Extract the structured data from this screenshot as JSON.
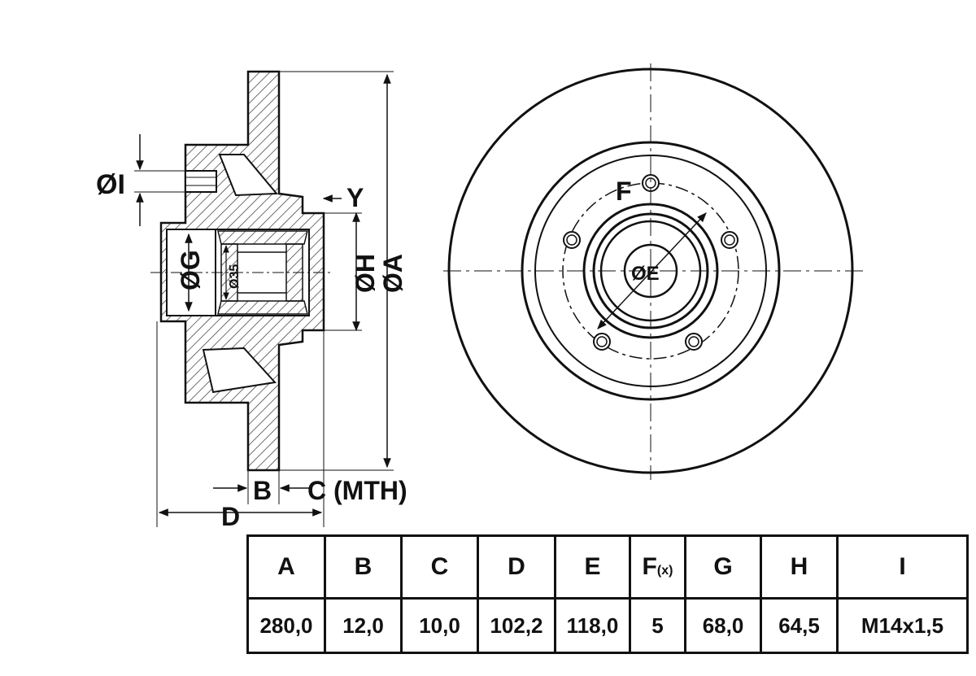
{
  "drawing": {
    "labels": {
      "dia_i": "ØI",
      "y": "Y",
      "dia_g": "ØG",
      "dia_35": "Ø35",
      "dia_h": "ØH",
      "dia_a": "ØA",
      "b": "B",
      "c_mth": "C (MTH)",
      "d": "D",
      "f": "F",
      "dia_e": "ØE"
    }
  },
  "table": {
    "headers": [
      "A",
      "B",
      "C",
      "D",
      "E",
      "F",
      "G",
      "H",
      "I"
    ],
    "header_subscript": "(x)",
    "values": [
      "280,0",
      "12,0",
      "10,0",
      "102,2",
      "118,0",
      "5",
      "68,0",
      "64,5",
      "M14x1,5"
    ]
  }
}
